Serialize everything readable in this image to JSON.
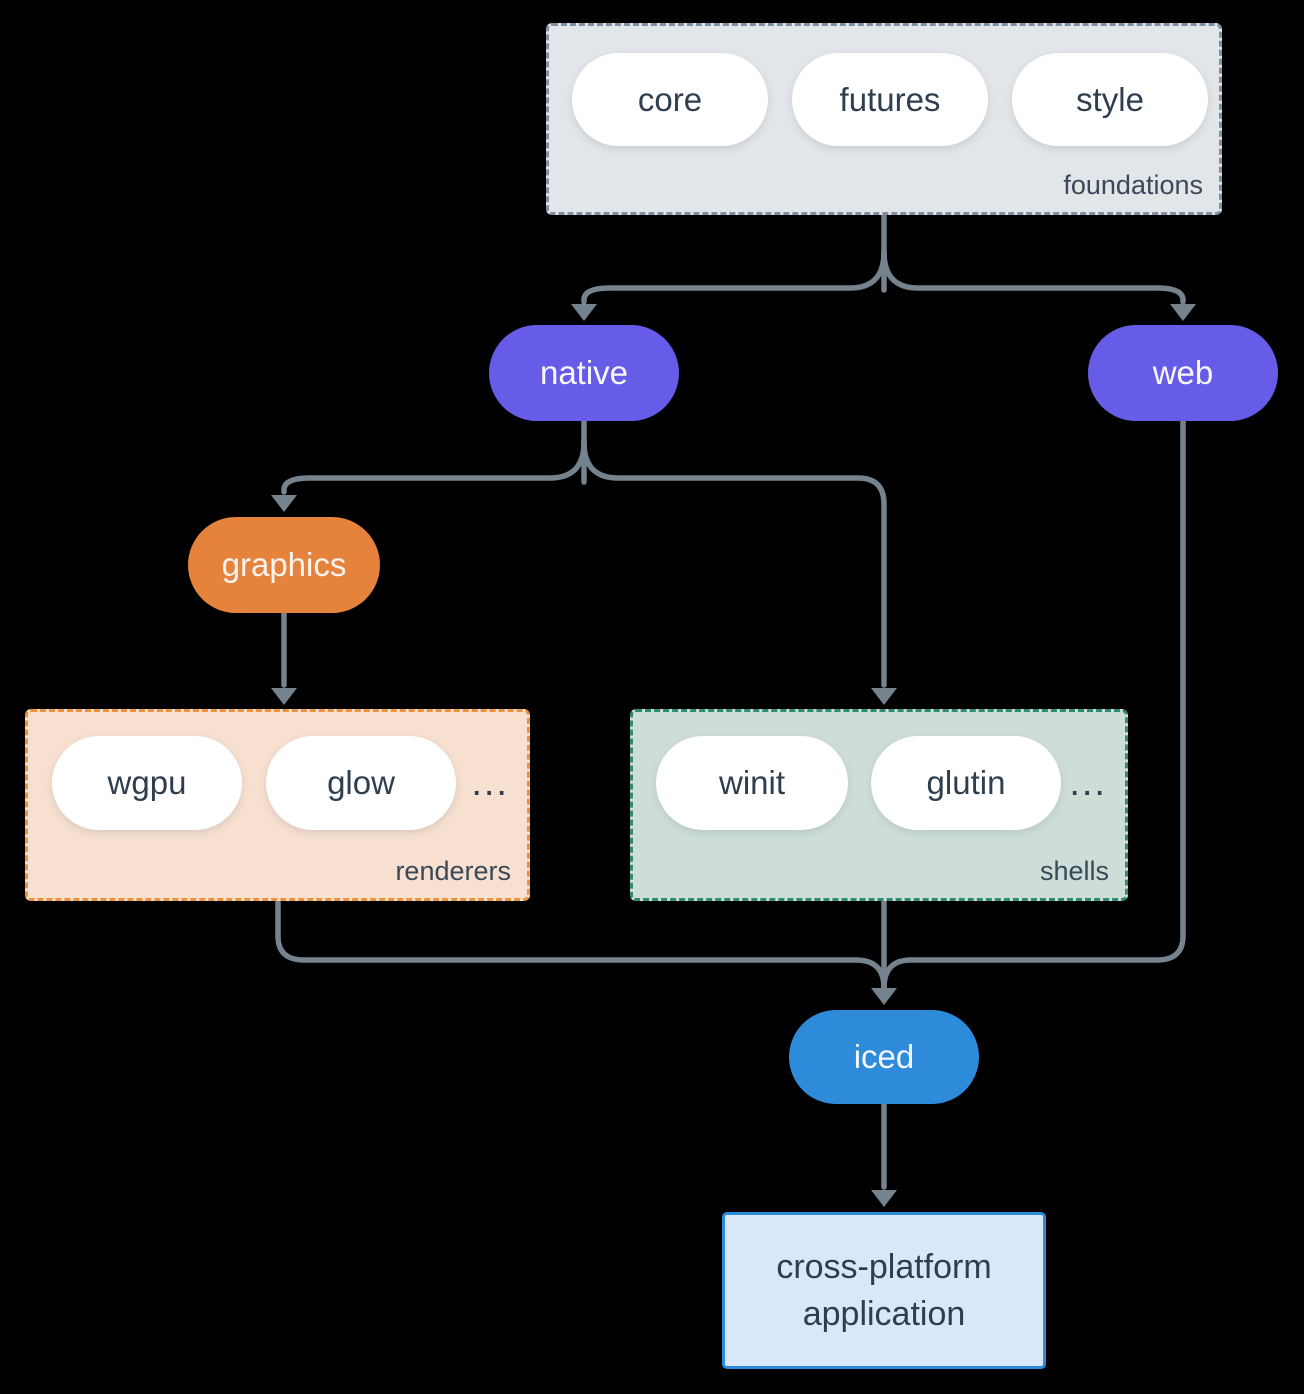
{
  "groups": {
    "foundations": {
      "label": "foundations",
      "pills": [
        "core",
        "futures",
        "style"
      ]
    },
    "renderers": {
      "label": "renderers",
      "pills": [
        "wgpu",
        "glow"
      ],
      "ellipsis": "..."
    },
    "shells": {
      "label": "shells",
      "pills": [
        "winit",
        "glutin"
      ],
      "ellipsis": "..."
    }
  },
  "nodes": {
    "native": "native",
    "web": "web",
    "graphics": "graphics",
    "iced": "iced",
    "application": {
      "line1": "cross-platform",
      "line2": "application"
    }
  },
  "edges": [
    {
      "from": "foundations",
      "to": "native"
    },
    {
      "from": "foundations",
      "to": "web"
    },
    {
      "from": "native",
      "to": "graphics"
    },
    {
      "from": "native",
      "to": "shells"
    },
    {
      "from": "graphics",
      "to": "renderers"
    },
    {
      "from": "renderers",
      "to": "iced"
    },
    {
      "from": "shells",
      "to": "iced"
    },
    {
      "from": "web",
      "to": "iced"
    },
    {
      "from": "iced",
      "to": "cross-platform application"
    }
  ],
  "colors": {
    "background": "#000000",
    "connector": "#75838F",
    "purple_node": "#665CE8",
    "orange_node": "#E5823C",
    "blue_node": "#2E8BD9",
    "foundations_fill": "#E2E6E9",
    "foundations_border": "#8191A1",
    "renderers_fill": "#F8E0D0",
    "renderers_border": "#EA9440",
    "shells_fill": "#CEDED7",
    "shells_border": "#2F8B72",
    "app_fill": "#D9E7F8",
    "app_border": "#2E8BD9",
    "text_dark": "#2E3E4E",
    "text_light": "#FFFFFF"
  }
}
